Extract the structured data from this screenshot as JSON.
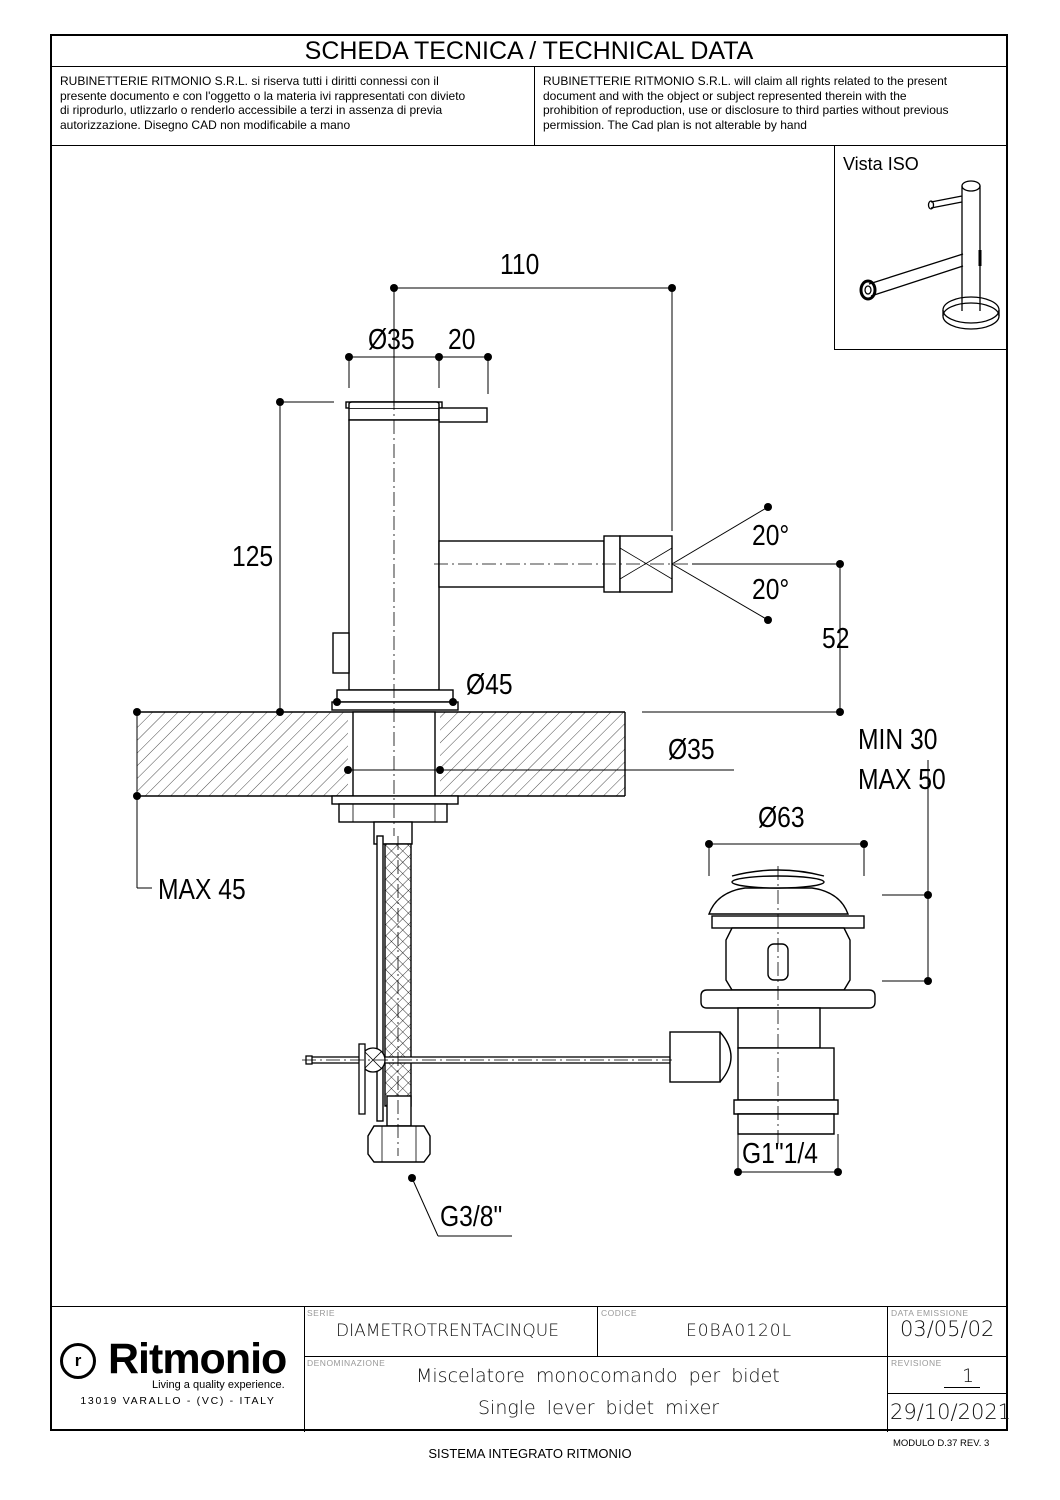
{
  "header": {
    "title": "SCHEDA TECNICA / TECHNICAL DATA",
    "legal_it": [
      "RUBINETTERIE RITMONIO S.R.L. si riserva tutti i diritti connessi con il",
      "presente documento e con l'oggetto o la materia ivi rappresentati con divieto",
      "di riprodurlo, utlizzarlo o renderlo accessibile a terzi in assenza di previa",
      "autorizzazione. Disegno CAD non modificabile a mano"
    ],
    "legal_en": [
      "RUBINETTERIE RITMONIO S.R.L. will claim all rights related to the present",
      "document and with the object or subject represented therein with the",
      "prohibition  of reproduction, use or disclosure to third parties without previous",
      "permission.  The Cad plan is not alterable by hand"
    ]
  },
  "iso_view": {
    "title": "Vista ISO"
  },
  "dimensions": {
    "d110": "110",
    "d35_top": "Ø35",
    "d20": "20",
    "d125": "125",
    "a20_up": "20°",
    "a20_down": "20°",
    "d52": "52",
    "d45": "Ø45",
    "d35_body": "Ø35",
    "min30": "MIN 30",
    "max50": "MAX 50",
    "d63": "Ø63",
    "max45": "MAX 45",
    "g114": "G1\"1/4",
    "g38": "G3/8\""
  },
  "title_block": {
    "brand": "Ritmonio",
    "brand_mark": "r",
    "tagline": "Living a quality experience.",
    "address": "13019 VARALLO - (VC) - ITALY",
    "serie_label": "SERIE",
    "serie": "DIAMETROTRENTACINQUE",
    "codice_label": "CODICE",
    "codice": "E0BA0120L",
    "data_label": "DATA EMISSIONE",
    "data": "03/05/02",
    "denominazione_label": "DENOMINAZIONE",
    "denominazione_it": "Miscelatore monocomando per bidet",
    "denominazione_en": "Single lever bidet mixer",
    "revisione_label": "REVISIONE",
    "revisione": "1",
    "revisione_data": "29/10/2021"
  },
  "footer": {
    "system": "SISTEMA INTEGRATO RITMONIO",
    "module": "MODULO D.37 REV. 3"
  }
}
